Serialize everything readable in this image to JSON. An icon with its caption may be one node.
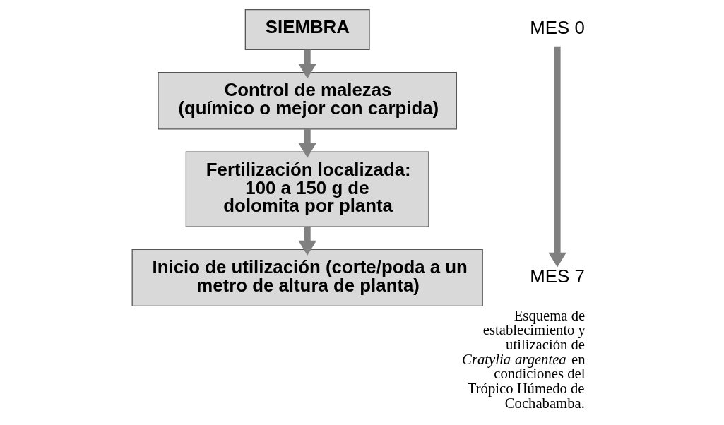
{
  "diagram": {
    "caption": "Esquema de establecimiento y utilización de *Cratylia argentea* en condiciones del Trópico Húmedo de Cochabamba.",
    "nodes": [
      {
        "text": [
          "SIEMBRA"
        ]
      },
      {
        "text": [
          "Control de malezas (químico o mejor con carpida)"
        ]
      },
      {
        "text": [
          "Fertilización localizada: 100 a 150 g de dolomita por planta"
        ]
      },
      {
        "text": [
          "Inicio de utilización (corte/poda a un metro de altura de planta)"
        ]
      },
      {
        "text": [
          "MES 0"
        ]
      },
      {
        "text": [
          "MES 7"
        ]
      }
    ],
    "edges": [
      {
        "from": 0,
        "to": 1,
        "arrow": "to"
      },
      {
        "from": 1,
        "to": 2,
        "arrow": "to"
      },
      {
        "from": 2,
        "to": 3,
        "arrow": "to"
      },
      {
        "from": 4,
        "to": 5,
        "arrow": "to"
      }
    ]
  }
}
